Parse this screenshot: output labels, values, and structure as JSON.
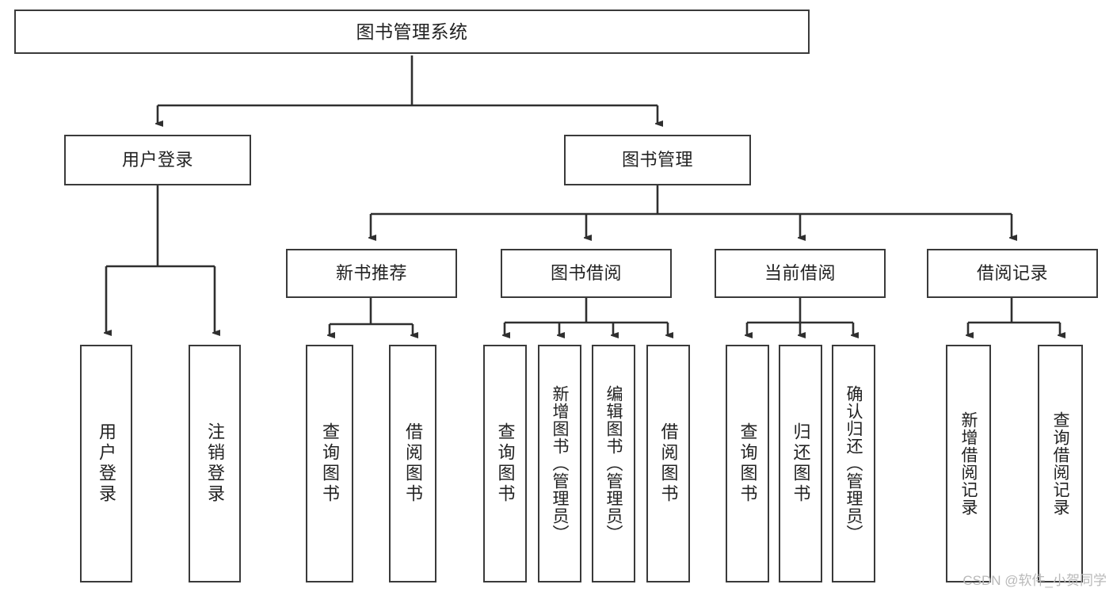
{
  "diagram": {
    "type": "tree-hierarchy",
    "title": "图书管理系统",
    "watermark": "CSDN @软件_小贺同学",
    "colors": {
      "box_border": "#3a3a3a",
      "box_fill": "#ffffff",
      "connector": "#2f2f2f",
      "text": "#222222",
      "watermark": "#b9b9b9"
    },
    "nodes": {
      "root": {
        "label": "图书管理系统"
      },
      "level2": [
        {
          "label": "用户登录"
        },
        {
          "label": "图书管理"
        }
      ],
      "level3": [
        {
          "label": "新书推荐"
        },
        {
          "label": "图书借阅"
        },
        {
          "label": "当前借阅"
        },
        {
          "label": "借阅记录"
        }
      ],
      "leaves": {
        "user_login": [
          {
            "label": "用户登录"
          },
          {
            "label": "注销登录"
          }
        ],
        "new_book_recommend": [
          {
            "label": "查询图书"
          },
          {
            "label": "借阅图书"
          }
        ],
        "book_borrow": [
          {
            "label": "查询图书"
          },
          {
            "label": "新增图书（管理员）"
          },
          {
            "label": "编辑图书（管理员）"
          },
          {
            "label": "借阅图书"
          }
        ],
        "current_borrow": [
          {
            "label": "查询图书"
          },
          {
            "label": "归还图书"
          },
          {
            "label": "确认归还（管理员）"
          }
        ],
        "borrow_record": [
          {
            "label": "新增借阅记录"
          },
          {
            "label": "查询借阅记录"
          }
        ]
      }
    }
  }
}
